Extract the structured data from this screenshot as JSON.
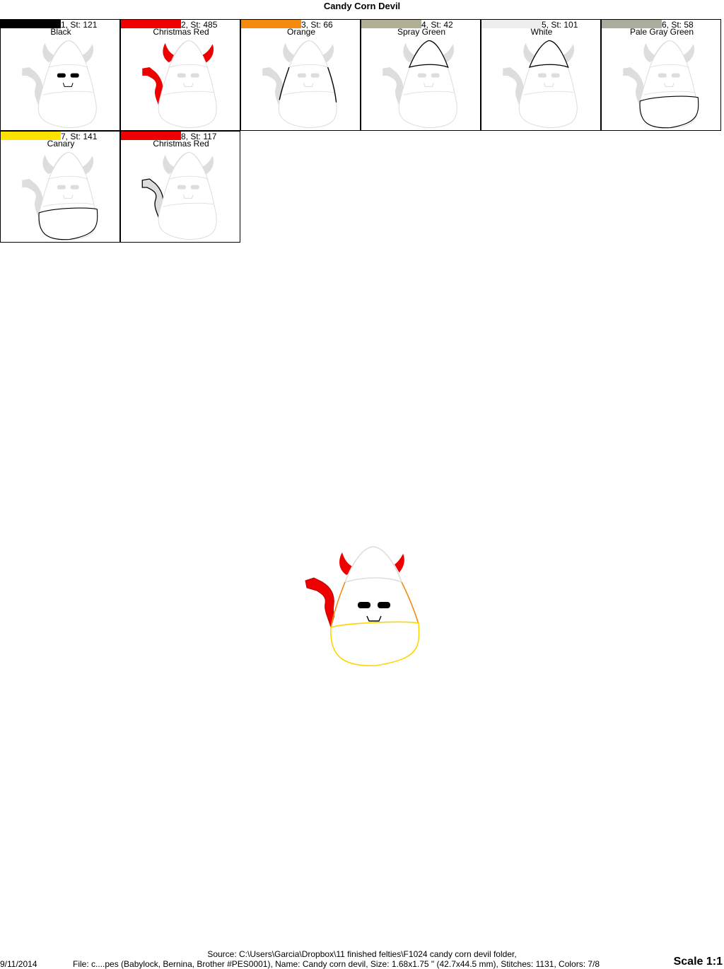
{
  "title": "Candy Corn Devil",
  "colors": [
    {
      "label": "1, St: 121",
      "name": "Black",
      "hex": "#000000",
      "part": "face"
    },
    {
      "label": "2, St: 485",
      "name": "Christmas Red",
      "hex": "#ee0000",
      "part": "horns-tail"
    },
    {
      "label": "3, St: 66",
      "name": "Orange",
      "hex": "#f58a10",
      "part": "sides"
    },
    {
      "label": "4, St: 42",
      "name": "Spray Green",
      "hex": "#b3ae96",
      "part": "tip"
    },
    {
      "label": "5, St: 101",
      "name": "White",
      "hex": "#eeeeee",
      "part": "tip"
    },
    {
      "label": "6, St: 58",
      "name": "Pale Gray Green",
      "hex": "#a8ad9c",
      "part": "bottom"
    },
    {
      "label": "7, St: 141",
      "name": "Canary",
      "hex": "#ffe000",
      "part": "bottom"
    },
    {
      "label": "8, St: 117",
      "name": "Christmas Red",
      "hex": "#ee0000",
      "part": "tail-outline"
    }
  ],
  "footer": {
    "source": "Source: C:\\Users\\Garcia\\Dropbox\\11 finished felties\\F1024 candy corn devil folder,",
    "date": "9/11/2014",
    "file": "File: c....pes (Babylock, Bernina, Brother #PES0001), Name: Candy corn devil, Size: 1.68x1.75 \" (42.7x44.5 mm), Stitches: 1131, Colors: 7/8",
    "scale": "Scale 1:1"
  }
}
